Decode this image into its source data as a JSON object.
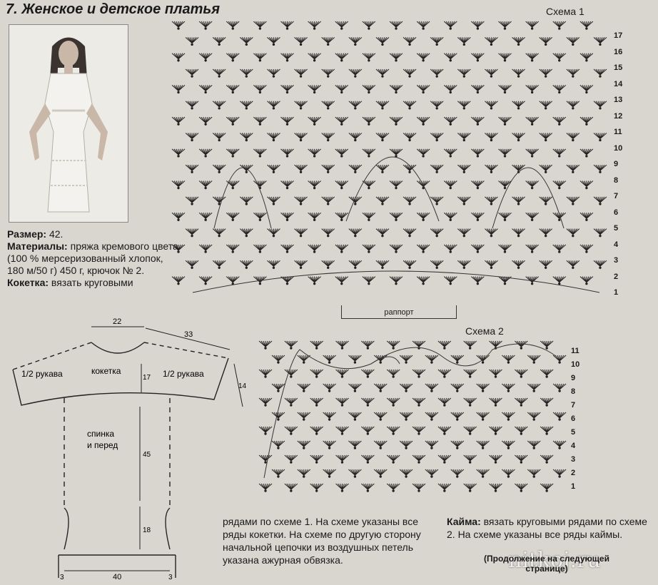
{
  "title": "7. Женское и детское платья",
  "schema1": {
    "label": "Схема 1",
    "rows": [
      "17",
      "16",
      "15",
      "14",
      "13",
      "12",
      "11",
      "10",
      "9",
      "8",
      "7",
      "6",
      "5",
      "4",
      "3",
      "2",
      "1"
    ],
    "rapport": "раппорт"
  },
  "schema2": {
    "label": "Схема 2",
    "rows": [
      "11",
      "10",
      "9",
      "8",
      "7",
      "6",
      "5",
      "4",
      "3",
      "2",
      "1"
    ]
  },
  "info": {
    "size_label": "Размер:",
    "size_value": "42.",
    "materials_label": "Материалы:",
    "materials_value": "пряжа кремового цвета (100 % мерсеризованный хлопок, 180 м/50 г) 450 г, крючок № 2.",
    "yoke_label": "Кокетка:",
    "yoke_value": "вязать круговыми"
  },
  "pattern": {
    "neck": "22",
    "shoulder": "33",
    "yoke": "кокетка",
    "half_sleeve_left": "1/2 рукава",
    "half_sleeve_right": "1/2 рукава",
    "yoke_height": "17",
    "sleeve_height": "14",
    "body": "спинка и перед",
    "body_length": "45",
    "slit": "18",
    "bottom_width": "40",
    "side_left": "3",
    "side_right": "3"
  },
  "text_bottom_center": "рядами по схеме 1. На схеме указаны все ряды кокетки. На схеме по другую сторону начальной цепочки из воздушных петель указана ажурная обвязка.",
  "text_bottom_right_label": "Кайма:",
  "text_bottom_right_value": "вязать круговыми рядами по схеме 2. На схеме указаны все ряды каймы.",
  "continued": "(Продолжение на следующей странице)",
  "watermark": "nitkoj.ru"
}
